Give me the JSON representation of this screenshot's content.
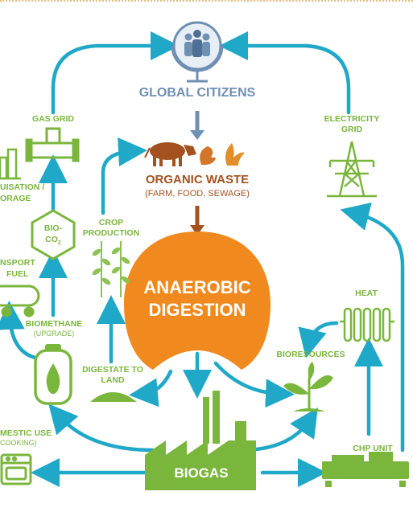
{
  "colors": {
    "teal_arrow": "#20a8c8",
    "green": "#7ab63c",
    "orange": "#f08a1e",
    "brown": "#a3521f",
    "slate_blue": "#6f8fb3"
  },
  "top_node": {
    "label": "GLOBAL CITIZENS",
    "icon": "globe-people-icon"
  },
  "organic_waste": {
    "title": "ORGANIC WASTE",
    "subtitle": "(FARM, FOOD, SEWAGE)",
    "icons": [
      "cow-icon",
      "eggshell-icon",
      "banana-peel-icon"
    ]
  },
  "center": {
    "line1": "ANAEROBIC",
    "line2": "DIGESTION"
  },
  "biogas": {
    "label": "BIOGAS",
    "icon": "factory-icon"
  },
  "left_nodes": {
    "gas_grid": "GAS GRID",
    "liquefaction": {
      "line1": "UISATION /",
      "line2": "ORAGE"
    },
    "bio_co2": {
      "line1": "BIO-",
      "line2": "CO",
      "sub": "2"
    },
    "transport": {
      "line1": "NSPORT",
      "line2": "FUEL"
    },
    "biomethane": {
      "title": "BIOMETHANE",
      "subtitle": "(UPGRADE)"
    },
    "domestic": {
      "title": "MESTIC USE",
      "subtitle": "COOKING)"
    }
  },
  "middle_nodes": {
    "crop": {
      "line1": "CROP",
      "line2": "PRODUCTION"
    },
    "digestate": {
      "line1": "DIGESTATE TO",
      "line2": "LAND"
    }
  },
  "right_nodes": {
    "electricity": {
      "line1": "ELECTRICITY",
      "line2": "GRID"
    },
    "heat": "HEAT",
    "bioresources": "BIORESOURCES",
    "chp": "CHP UNIT"
  }
}
